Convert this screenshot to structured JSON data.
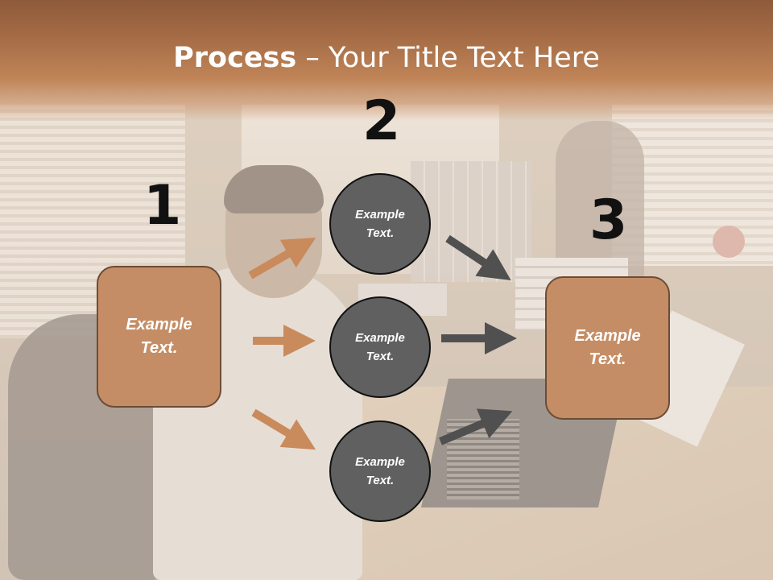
{
  "title": {
    "bold": "Process",
    "rest": " – Your Title Text Here"
  },
  "steps": {
    "one": "1",
    "two": "2",
    "three": "3"
  },
  "nodes": {
    "left": {
      "line1": "Example",
      "line2": "Text."
    },
    "top": {
      "line1": "Example",
      "line2": "Text."
    },
    "middle": {
      "line1": "Example",
      "line2": "Text."
    },
    "bottom": {
      "line1": "Example",
      "line2": "Text."
    },
    "right": {
      "line1": "Example",
      "line2": "Text."
    }
  },
  "colors": {
    "box_fill": "#c58d65",
    "circle_fill": "#606060",
    "arrow_orange": "#c98a5c",
    "arrow_gray": "#505050",
    "header": "#a46b45"
  }
}
